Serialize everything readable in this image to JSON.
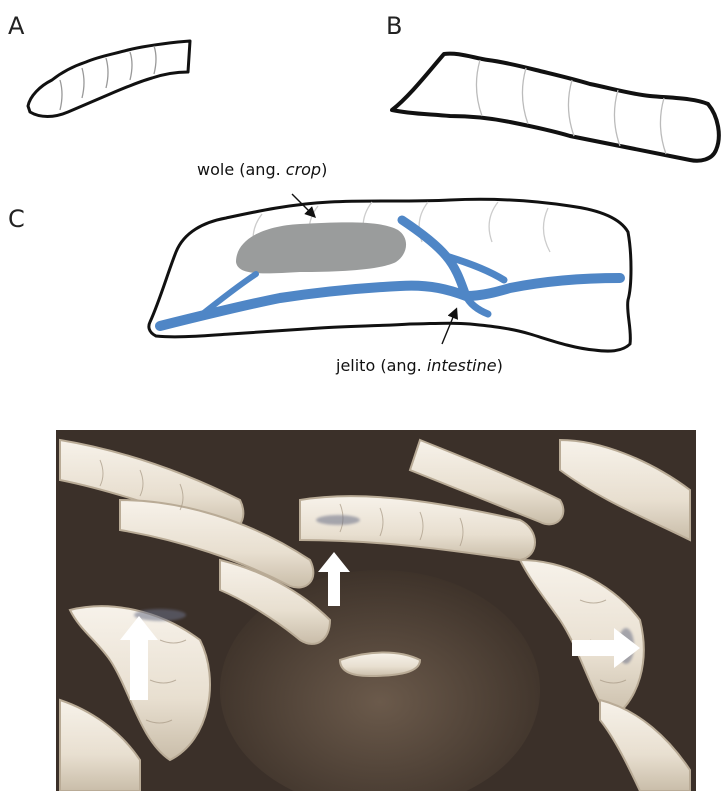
{
  "panels": {
    "a_label": "A",
    "b_label": "B",
    "c_label": "C"
  },
  "annotations": {
    "crop": {
      "prefix": "wole (ang. ",
      "term": "crop",
      "suffix": ")"
    },
    "intestine": {
      "prefix": "jelito (ang. ",
      "term": "intestine",
      "suffix": ")"
    }
  },
  "colors": {
    "outline": "#111111",
    "body_fill": "#ffffff",
    "crop": "#9a9c9c",
    "intestine": "#4f86c6",
    "photo_arrow": "#ffffff"
  }
}
